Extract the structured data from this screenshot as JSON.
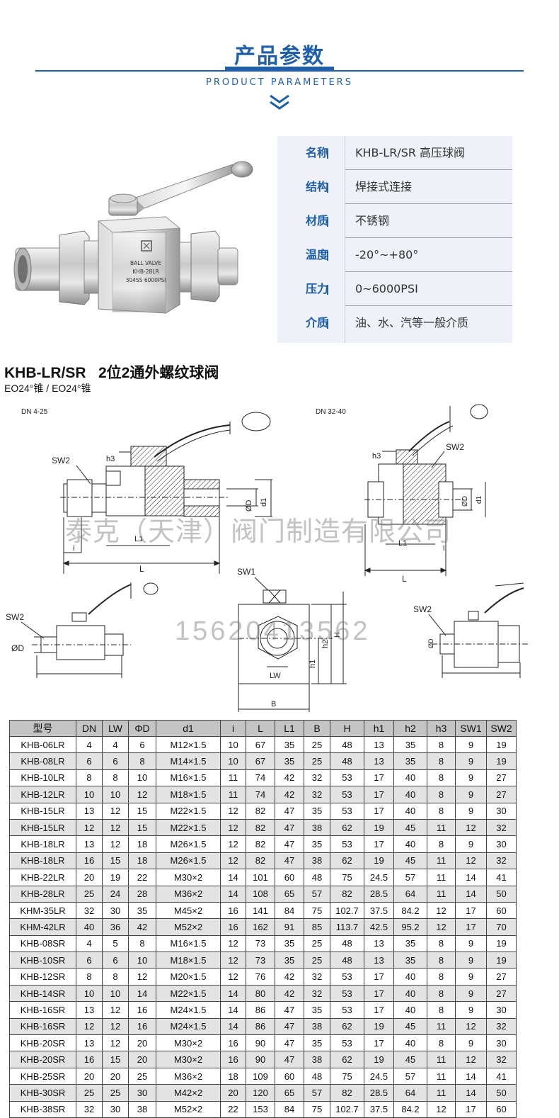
{
  "header": {
    "title": "产品参数",
    "subtitle": "PRODUCT PARAMETERS"
  },
  "colors": {
    "accent": "#1f5fa8",
    "panel_bg": "#eef1f7",
    "row_alt": "#e3e3e3",
    "head_bg": "#c4c4c4"
  },
  "product_photo": {
    "marking_line1": "BALL VALVE",
    "marking_line2": "KHB-28LR",
    "marking_line3": "304SS 6000PSI"
  },
  "params": [
    {
      "label": "名称",
      "value": "KHB-LR/SR 高压球阀"
    },
    {
      "label": "结构",
      "value": "焊接式连接"
    },
    {
      "label": "材质",
      "value": "不锈钢"
    },
    {
      "label": "温度",
      "value": "-20°~+80°"
    },
    {
      "label": "压力",
      "value": "0~6000PSI"
    },
    {
      "label": "介质",
      "value": "油、水、汽等一般介质"
    }
  ],
  "model": {
    "title": "KHB-LR/SR   2位2通外螺纹球阀",
    "subtitle": "EO24°锥 / EO24°锥"
  },
  "drawing": {
    "dn_small": "DN 4-25",
    "dn_large": "DN 32-40",
    "labels": {
      "sw1": "SW1",
      "sw2": "SW2",
      "h3": "h3",
      "od": "ØD",
      "d1": "d1",
      "l": "L",
      "l1": "L1",
      "i": "i",
      "h": "H",
      "h1": "h1",
      "h2": "h2",
      "lw": "LW",
      "b": "B"
    },
    "watermark_company": "泰克（天津）阀门制造有限公司",
    "watermark_phone": "15620413562"
  },
  "spec_table": {
    "headers": [
      "型号",
      "DN",
      "LW",
      "ΦD",
      "d1",
      "i",
      "L",
      "L1",
      "B",
      "H",
      "h1",
      "h2",
      "h3",
      "SW1",
      "SW2"
    ],
    "rows": [
      [
        "KHB-06LR",
        "4",
        "4",
        "6",
        "M12×1.5",
        "10",
        "67",
        "35",
        "25",
        "48",
        "13",
        "35",
        "8",
        "9",
        "19"
      ],
      [
        "KHB-08LR",
        "6",
        "6",
        "8",
        "M14×1.5",
        "10",
        "67",
        "35",
        "25",
        "48",
        "13",
        "35",
        "8",
        "9",
        "19"
      ],
      [
        "KHB-10LR",
        "8",
        "8",
        "10",
        "M16×1.5",
        "11",
        "74",
        "42",
        "32",
        "53",
        "17",
        "40",
        "8",
        "9",
        "27"
      ],
      [
        "KHB-12LR",
        "10",
        "10",
        "12",
        "M18×1.5",
        "11",
        "74",
        "42",
        "32",
        "53",
        "17",
        "40",
        "8",
        "9",
        "27"
      ],
      [
        "KHB-15LR",
        "13",
        "12",
        "15",
        "M22×1.5",
        "12",
        "82",
        "47",
        "35",
        "53",
        "17",
        "40",
        "8",
        "9",
        "30"
      ],
      [
        "KHB-15LR",
        "12",
        "12",
        "15",
        "M22×1.5",
        "12",
        "82",
        "47",
        "38",
        "62",
        "19",
        "45",
        "11",
        "12",
        "32"
      ],
      [
        "KHB-18LR",
        "13",
        "12",
        "18",
        "M26×1.5",
        "12",
        "82",
        "47",
        "35",
        "53",
        "17",
        "40",
        "8",
        "9",
        "30"
      ],
      [
        "KHB-18LR",
        "16",
        "15",
        "18",
        "M26×1.5",
        "12",
        "82",
        "47",
        "38",
        "62",
        "19",
        "45",
        "11",
        "12",
        "32"
      ],
      [
        "KHB-22LR",
        "20",
        "19",
        "22",
        "M30×2",
        "14",
        "101",
        "60",
        "48",
        "75",
        "24.5",
        "57",
        "11",
        "14",
        "41"
      ],
      [
        "KHB-28LR",
        "25",
        "24",
        "28",
        "M36×2",
        "14",
        "108",
        "65",
        "57",
        "82",
        "28.5",
        "64",
        "11",
        "14",
        "50"
      ],
      [
        "KHM-35LR",
        "32",
        "30",
        "35",
        "M45×2",
        "16",
        "141",
        "84",
        "75",
        "102.7",
        "37.5",
        "84.2",
        "12",
        "17",
        "60"
      ],
      [
        "KHM-42LR",
        "40",
        "36",
        "42",
        "M52×2",
        "16",
        "162",
        "91",
        "85",
        "113.7",
        "42.5",
        "95.2",
        "12",
        "17",
        "70"
      ],
      [
        "KHB-08SR",
        "4",
        "5",
        "8",
        "M16×1.5",
        "12",
        "73",
        "35",
        "25",
        "48",
        "13",
        "35",
        "8",
        "9",
        "19"
      ],
      [
        "KHB-10SR",
        "6",
        "6",
        "10",
        "M18×1.5",
        "12",
        "73",
        "35",
        "25",
        "48",
        "13",
        "35",
        "8",
        "9",
        "19"
      ],
      [
        "KHB-12SR",
        "8",
        "8",
        "12",
        "M20×1.5",
        "12",
        "76",
        "42",
        "32",
        "53",
        "17",
        "40",
        "8",
        "9",
        "27"
      ],
      [
        "KHB-14SR",
        "10",
        "10",
        "14",
        "M22×1.5",
        "14",
        "80",
        "42",
        "32",
        "53",
        "17",
        "40",
        "8",
        "9",
        "27"
      ],
      [
        "KHB-16SR",
        "13",
        "12",
        "16",
        "M24×1.5",
        "14",
        "86",
        "47",
        "35",
        "53",
        "17",
        "40",
        "8",
        "9",
        "30"
      ],
      [
        "KHB-16SR",
        "12",
        "12",
        "16",
        "M24×1.5",
        "14",
        "86",
        "47",
        "38",
        "62",
        "19",
        "45",
        "11",
        "12",
        "32"
      ],
      [
        "KHB-20SR",
        "13",
        "12",
        "20",
        "M30×2",
        "16",
        "90",
        "47",
        "35",
        "53",
        "17",
        "40",
        "8",
        "9",
        "30"
      ],
      [
        "KHB-20SR",
        "16",
        "15",
        "20",
        "M30×2",
        "16",
        "90",
        "47",
        "38",
        "62",
        "19",
        "45",
        "11",
        "12",
        "32"
      ],
      [
        "KHB-25SR",
        "20",
        "20",
        "25",
        "M36×2",
        "18",
        "109",
        "60",
        "48",
        "75",
        "24.5",
        "57",
        "11",
        "14",
        "41"
      ],
      [
        "KHB-30SR",
        "25",
        "25",
        "30",
        "M42×2",
        "20",
        "120",
        "65",
        "57",
        "82",
        "28.5",
        "64",
        "11",
        "14",
        "50"
      ],
      [
        "KHB-38SR",
        "32",
        "30",
        "38",
        "M52×2",
        "22",
        "153",
        "84",
        "75",
        "102.7",
        "37.5",
        "84.2",
        "12",
        "17",
        "60"
      ]
    ]
  }
}
